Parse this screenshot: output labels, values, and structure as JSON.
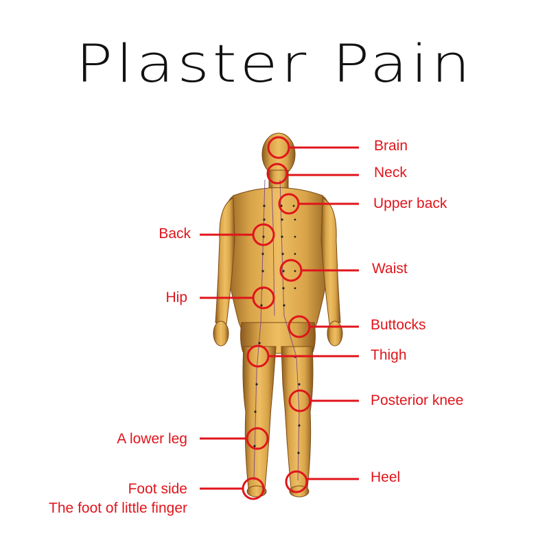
{
  "title": "Plaster Pain",
  "colors": {
    "accent": "#e0141b",
    "skin": "#d9a449",
    "meridian_line": "#6b3a8a",
    "title": "#111111"
  },
  "labels": {
    "brain": "Brain",
    "neck": "Neck",
    "upper_back": "Upper back",
    "back": "Back",
    "waist": "Waist",
    "hip": "Hip",
    "buttocks": "Buttocks",
    "thigh": "Thigh",
    "posterior_knee": "Posterior knee",
    "lower_leg": "A lower leg",
    "heel": "Heel",
    "foot_side": "Foot side",
    "foot_little_finger": "The foot of little finger"
  }
}
